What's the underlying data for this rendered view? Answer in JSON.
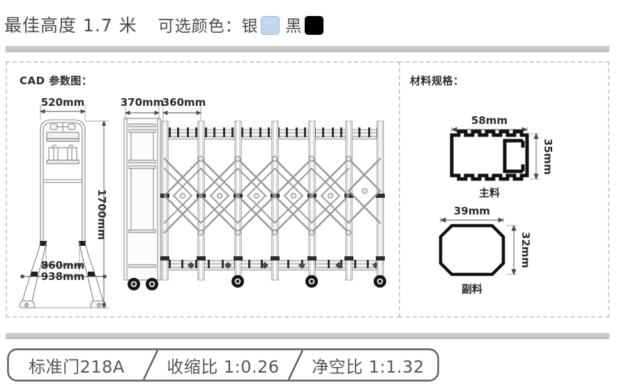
{
  "header": {
    "height_label": "最佳高度 1.7 米",
    "color_label": "可选颜色：",
    "colors": [
      {
        "name": "银",
        "swatch": "#c3d7ef",
        "icon": "silver-color-swatch"
      },
      {
        "name": "黑",
        "swatch": "#000000",
        "icon": "black-color-swatch"
      }
    ]
  },
  "cad_panel": {
    "title": "CAD 参数图：",
    "dimensions": {
      "post_width": "520mm",
      "gate_height": "1700mm",
      "base_inner": "860mm",
      "base_outer": "938mm",
      "leaf_first": "370mm",
      "leaf_second": "360mm"
    }
  },
  "material_panel": {
    "title": "材料规格：",
    "profiles": [
      {
        "name": "主料",
        "width": "58mm",
        "height": "35mm",
        "shape": "castellated-c-channel"
      },
      {
        "name": "副料",
        "width": "39mm",
        "height": "32mm",
        "shape": "octagonal-barrel"
      }
    ]
  },
  "banner": {
    "segments": [
      {
        "label": "标准门218A"
      },
      {
        "label": "收缩比 1:0.26"
      },
      {
        "label": "净空比 1:1.32"
      }
    ]
  },
  "colors": {
    "text_gray": "#4a4a4a",
    "banner_border": "#595959",
    "dashed_border": "#cdcdcd",
    "bar_gray": "#c6c6c6",
    "line_dark": "#2b2b2b",
    "line_light": "#9a9a9a"
  }
}
